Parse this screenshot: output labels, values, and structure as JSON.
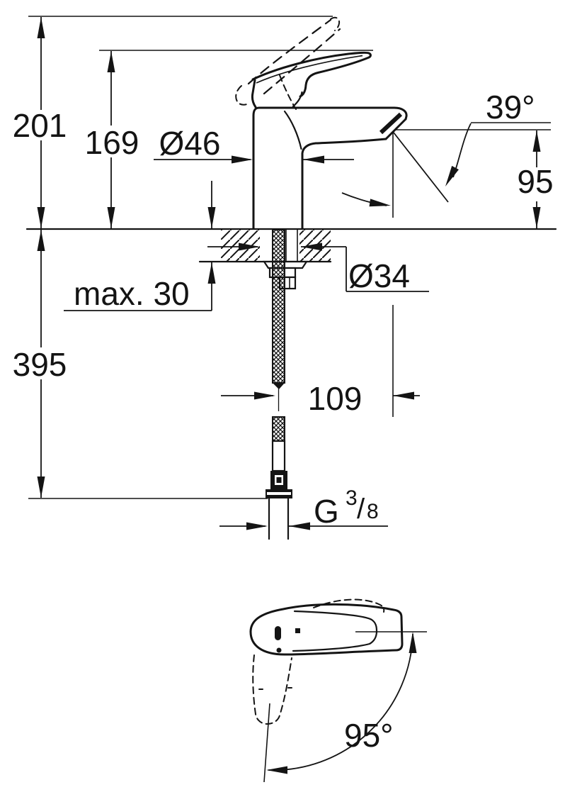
{
  "canvas": {
    "background": "#ffffff",
    "ink": "#141414"
  },
  "side_view": {
    "name": "basin-mixer-side-elevation",
    "dim_overall_height": "201",
    "dim_handle_height": "169",
    "dim_body_diameter": "Ø46",
    "dim_stream_angle": "39°",
    "dim_spout_outlet_height": "95",
    "dim_max_deck_thickness": "max. 30",
    "dim_mounting_hole_diameter": "Ø34",
    "dim_length_below_deck": "395",
    "dim_spout_reach": "109",
    "thread": {
      "prefix": "G",
      "numerator": "3",
      "divider": "/",
      "denominator": "8"
    }
  },
  "top_view": {
    "name": "handle-plan-view",
    "dim_handle_swivel_angle": "95°"
  }
}
